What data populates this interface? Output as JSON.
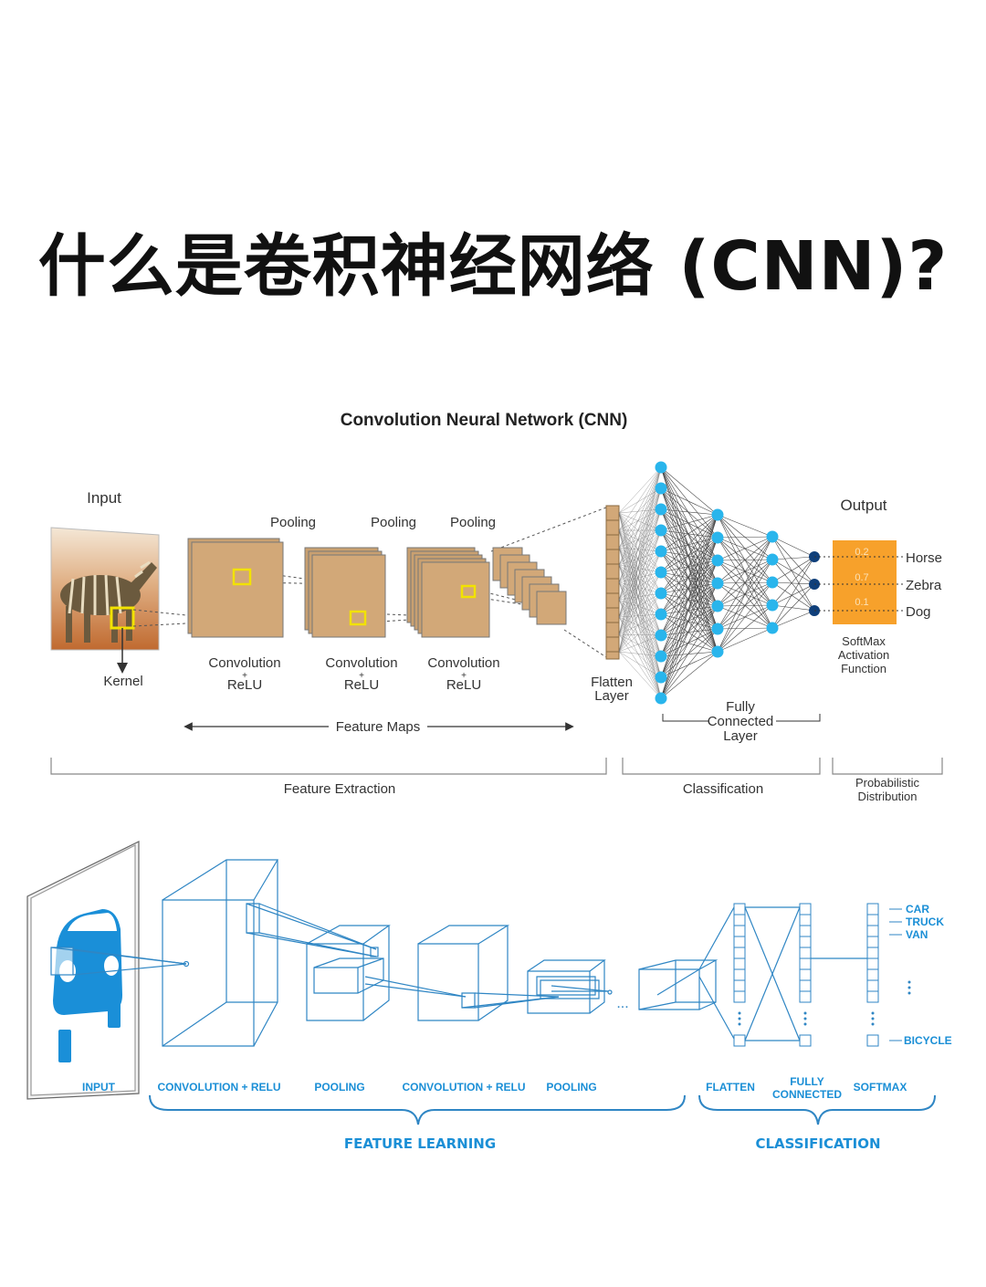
{
  "page": {
    "title": "什么是卷积神经网络 (CNN)?"
  },
  "diagram1": {
    "title": "Convolution  Neural  Network (CNN)",
    "input_label": "Input",
    "kernel_label": "Kernel",
    "pooling_labels": [
      "Pooling",
      "Pooling",
      "Pooling"
    ],
    "conv_labels": [
      {
        "l1": "Convolution",
        "l2": "+",
        "l3": "ReLU"
      },
      {
        "l1": "Convolution",
        "l2": "+",
        "l3": "ReLU"
      },
      {
        "l1": "Convolution",
        "l2": "+",
        "l3": "ReLU"
      }
    ],
    "feature_maps_label": "Feature  Maps",
    "flatten_label": {
      "l1": "Flatten",
      "l2": "Layer"
    },
    "fully_connected_label": {
      "l1": "Fully",
      "l2": "Connected",
      "l3": "Layer"
    },
    "output_label": "Output",
    "output_values": [
      "0.2",
      "0.7",
      "0.1"
    ],
    "output_classes": [
      "Horse",
      "Zebra",
      "Dog"
    ],
    "softmax_label": {
      "l1": "SoftMax",
      "l2": "Activation",
      "l3": "Function"
    },
    "sections": {
      "feature_extraction": "Feature Extraction",
      "classification": "Classification",
      "probabilistic": {
        "l1": "Probabilistic",
        "l2": "Distribution"
      }
    },
    "colors": {
      "feature_map": "#d2a878",
      "node": "#29b5ec",
      "output_node": "#0f3f7a",
      "output_box": "#f7a12b",
      "kernel": "#f2e200"
    }
  },
  "diagram2": {
    "stage_labels": {
      "input": "INPUT",
      "conv_relu_1": "CONVOLUTION + RELU",
      "pooling_1": "POOLING",
      "conv_relu_2": "CONVOLUTION + RELU",
      "pooling_2": "POOLING",
      "flatten": "FLATTEN",
      "fully_connected": {
        "l1": "FULLY",
        "l2": "CONNECTED"
      },
      "softmax": "SOFTMAX"
    },
    "group_labels": {
      "feature_learning": "FEATURE LEARNING",
      "classification": "CLASSIFICATION"
    },
    "output_classes": [
      "CAR",
      "TRUCK",
      "VAN",
      "BICYCLE"
    ],
    "ellipsis": "...",
    "colors": {
      "line": "#2f86c4",
      "car": "#1a8fd8",
      "text": "#1b8fd6"
    }
  }
}
